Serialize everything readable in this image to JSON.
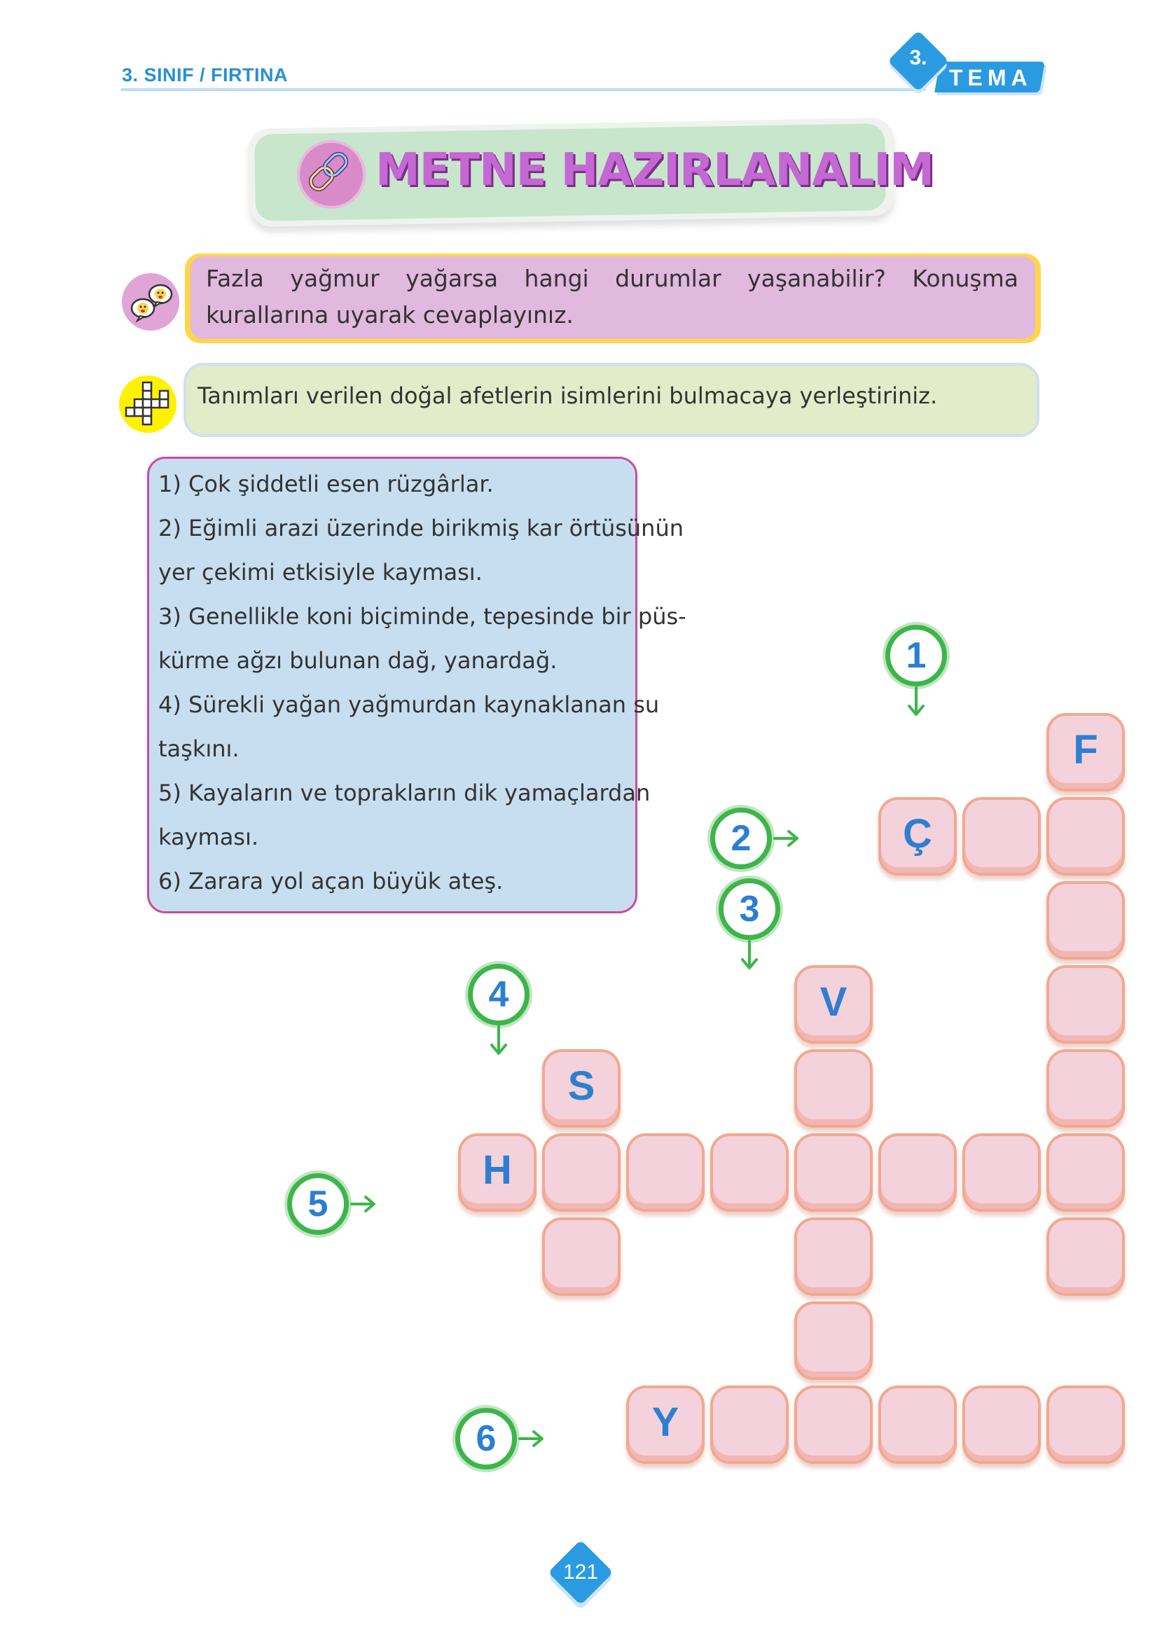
{
  "header": {
    "left_title": "3. SINIF / FIRTINA",
    "tema_number": "3.",
    "tema_label": "TEMA"
  },
  "section": {
    "title": "METNE HAZIRLANALIM",
    "title_icon": "link-chain-icon"
  },
  "speech": {
    "icon": "speech-bubbles-icon",
    "text": "Fazla yağmur yağarsa hangi durumlar yaşanabilir? Konuşma kurallarına uyarak cevaplayınız."
  },
  "instruction": {
    "icon": "crossword-grid-icon",
    "text": "Tanımları verilen doğal afetlerin isimlerini bulmacaya yerleştiriniz."
  },
  "clues": {
    "lines": [
      "1) Çok şiddetli esen rüzgârlar.",
      "2) Eğimli arazi üzerinde birikmiş kar örtüsünün",
      "yer çekimi etkisiyle kayması.",
      "3) Genellikle koni biçiminde, tepesinde bir püs-",
      "kürme ağzı bulunan dağ, yanardağ.",
      "4) Sürekli yağan yağmurdan kaynaklanan su",
      "taşkını.",
      "5) Kayaların ve toprakların dik yamaçlardan",
      "kayması.",
      "6) Zarara yol açan büyük ateş."
    ]
  },
  "puzzle": {
    "numbers": [
      "1",
      "2",
      "3",
      "4",
      "5",
      "6"
    ],
    "start_letters": {
      "1": "F",
      "2": "Ç",
      "3": "V",
      "4": "S",
      "5": "H",
      "6": "Y"
    }
  },
  "colors": {
    "accent_blue": "#2a9be0",
    "title_purple": "#c468d3",
    "number_green": "#3db54a",
    "cell_fill": "#f4d2dc",
    "cell_border": "#f1a98e"
  },
  "footer": {
    "page_number": "121"
  }
}
